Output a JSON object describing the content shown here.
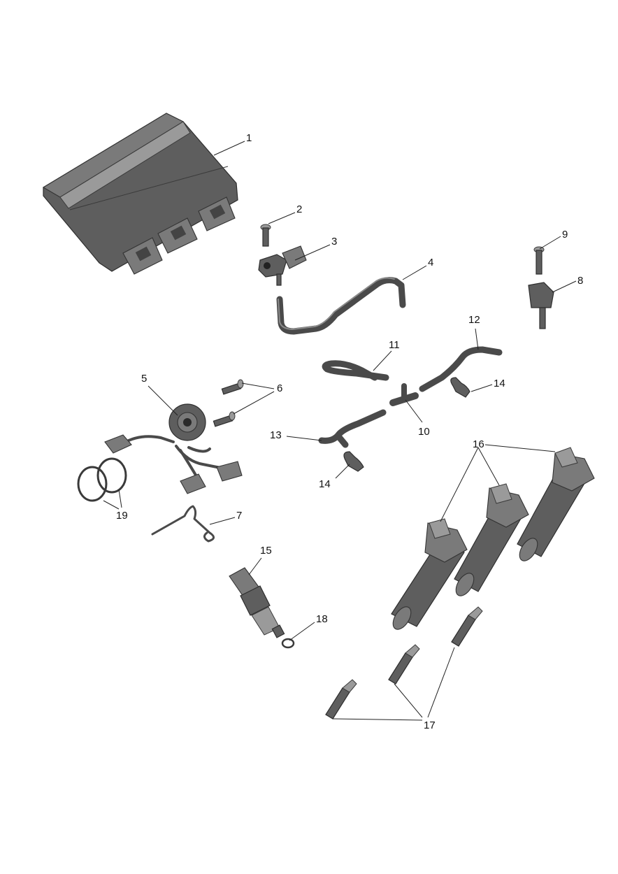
{
  "diagram": {
    "callouts": [
      {
        "id": "1",
        "label": "1"
      },
      {
        "id": "2",
        "label": "2"
      },
      {
        "id": "3",
        "label": "3"
      },
      {
        "id": "4",
        "label": "4"
      },
      {
        "id": "5",
        "label": "5"
      },
      {
        "id": "6",
        "label": "6"
      },
      {
        "id": "7",
        "label": "7"
      },
      {
        "id": "8",
        "label": "8"
      },
      {
        "id": "9",
        "label": "9"
      },
      {
        "id": "10",
        "label": "10"
      },
      {
        "id": "11",
        "label": "11"
      },
      {
        "id": "12",
        "label": "12"
      },
      {
        "id": "13",
        "label": "13"
      },
      {
        "id": "14a",
        "label": "14"
      },
      {
        "id": "14b",
        "label": "14"
      },
      {
        "id": "15",
        "label": "15"
      },
      {
        "id": "16",
        "label": "16"
      },
      {
        "id": "17",
        "label": "17"
      },
      {
        "id": "18",
        "label": "18"
      },
      {
        "id": "19",
        "label": "19"
      }
    ],
    "colors": {
      "part_dark": "#5e5e5e",
      "part_mid": "#7a7a7a",
      "part_light": "#9a9a9a",
      "leader": "#222222",
      "background": "#ffffff"
    }
  }
}
